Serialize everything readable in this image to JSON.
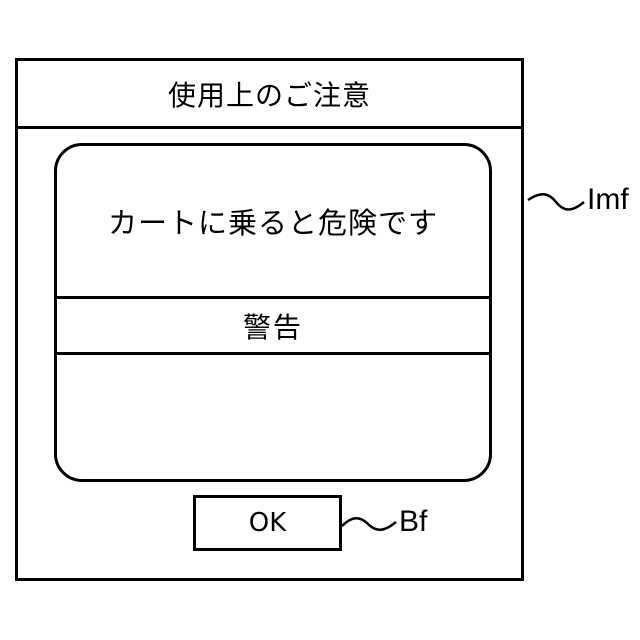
{
  "dialog": {
    "title": "使用上のご注意",
    "message": "カートに乗ると危険です",
    "warning": "警告",
    "ok_label": "OK"
  },
  "annotations": {
    "frame_ref": "Imf",
    "button_ref": "Bf"
  }
}
